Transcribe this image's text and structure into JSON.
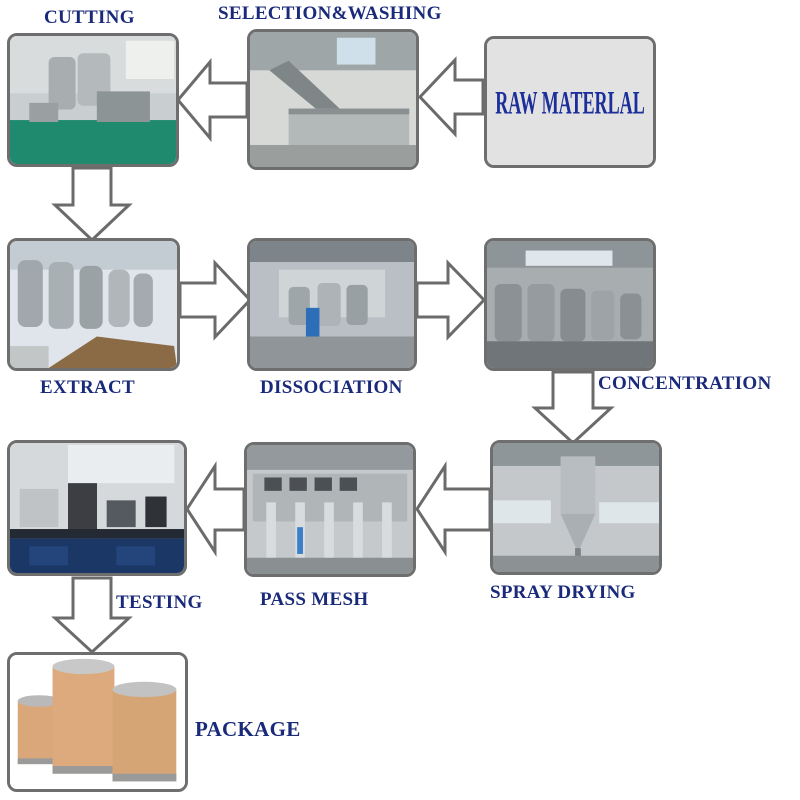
{
  "labels": {
    "cutting": "CUTTING",
    "selection_washing": "SELECTION&WASHING",
    "raw_material": "RAW MATERLAL",
    "extract": "EXTRACT",
    "dissociation": "DISSOCIATION",
    "concentration": "CONCENTRATION",
    "spray_drying": "SPRAY DRYING",
    "pass_mesh": "PASS MESH",
    "testing": "TESTING",
    "package": "PACKAGE"
  },
  "colors": {
    "label_text": "#1a2a7a",
    "arrow_fill": "#ffffff",
    "arrow_stroke": "#6b6b6b",
    "frame": "#6e6e6e"
  }
}
